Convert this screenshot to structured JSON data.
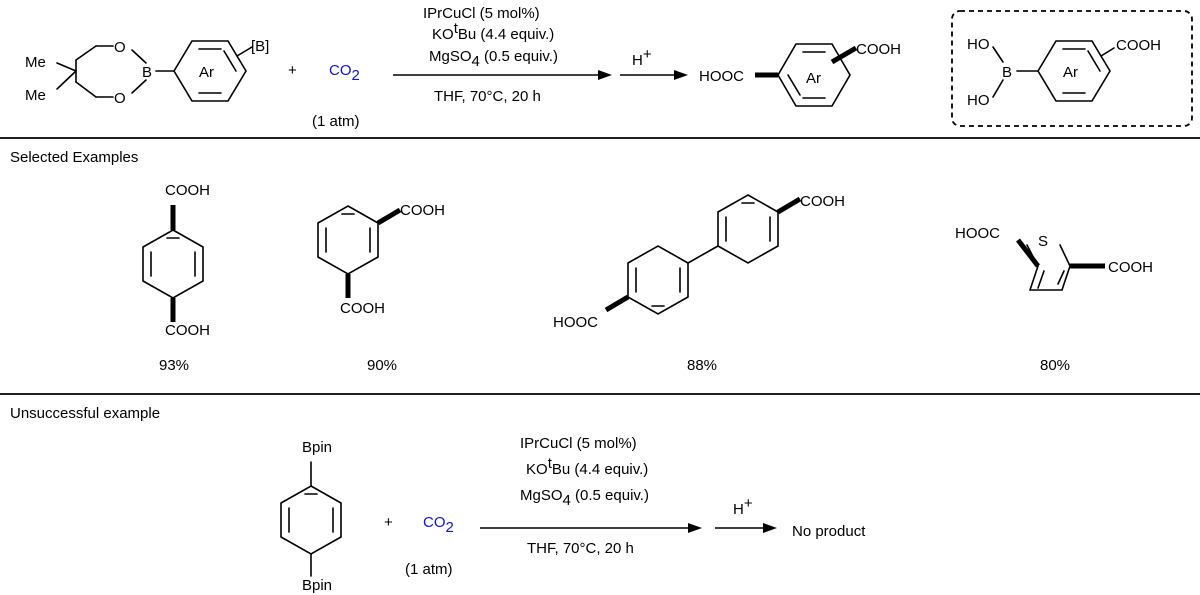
{
  "reaction1": {
    "reactant_me_top": "Me",
    "reactant_me_bottom": "Me",
    "reactant_o_top": "O",
    "reactant_b": "B",
    "reactant_o_bottom": "O",
    "reactant_ar": "Ar",
    "reactant_b_label": "[B]",
    "plus": "+",
    "co2_main": "CO",
    "co2_sub": "2",
    "co2_pressure": "(1 atm)",
    "catalyst": "IPrCuCl (5 mol%)",
    "base_prefix": "KO",
    "base_sup": "t",
    "base_suffix": "Bu (4.4 equiv.)",
    "additive_main": "MgSO",
    "additive_sub": "4",
    "additive_suffix": " (0.5 equiv.)",
    "conditions": "THF, 70°C, 20 h",
    "acid_main": "H",
    "acid_sup": "+",
    "product_hooc_h": "H",
    "product_hooc_blue": "OOC",
    "product_ar": "Ar",
    "product_cooh_blue": "COO",
    "product_cooh_h": "H"
  },
  "byproduct_box": {
    "ho_top": "HO",
    "b": "B",
    "ho_bottom": "HO",
    "ar": "Ar",
    "cooh": "COOH"
  },
  "examples": {
    "heading": "Selected Examples",
    "ex1": {
      "top_blue": "COO",
      "top_h": "H",
      "bottom_blue": "COO",
      "bottom_h": "H",
      "yield": "93%"
    },
    "ex2": {
      "top_blue": "COO",
      "top_h": "H",
      "bottom_blue": "COO",
      "bottom_h": "H",
      "yield": "90%"
    },
    "ex3": {
      "top_blue": "COO",
      "top_h": "H",
      "bottom_h": "H",
      "bottom_blue": "OOC",
      "yield": "88%"
    },
    "ex4": {
      "left_h": "H",
      "left_blue": "OOC",
      "s": "S",
      "right_blue": "COO",
      "right_h": "H",
      "yield": "80%"
    }
  },
  "unsuccessful": {
    "heading": "Unsuccessful  example",
    "bpin_top": "Bpin",
    "bpin_bottom": "Bpin",
    "plus": "+",
    "co2_main": "CO",
    "co2_sub": "2",
    "co2_pressure": "(1 atm)",
    "catalyst": "IPrCuCl (5 mol%)",
    "base_prefix": "KO",
    "base_sup": "t",
    "base_suffix": "Bu (4.4 equiv.)",
    "additive_main": "MgSO",
    "additive_sub": "4",
    "additive_suffix": " (0.5 equiv.)",
    "conditions": "THF, 70°C, 20 h",
    "acid_main": "H",
    "acid_sup": "+",
    "result": "No product"
  }
}
